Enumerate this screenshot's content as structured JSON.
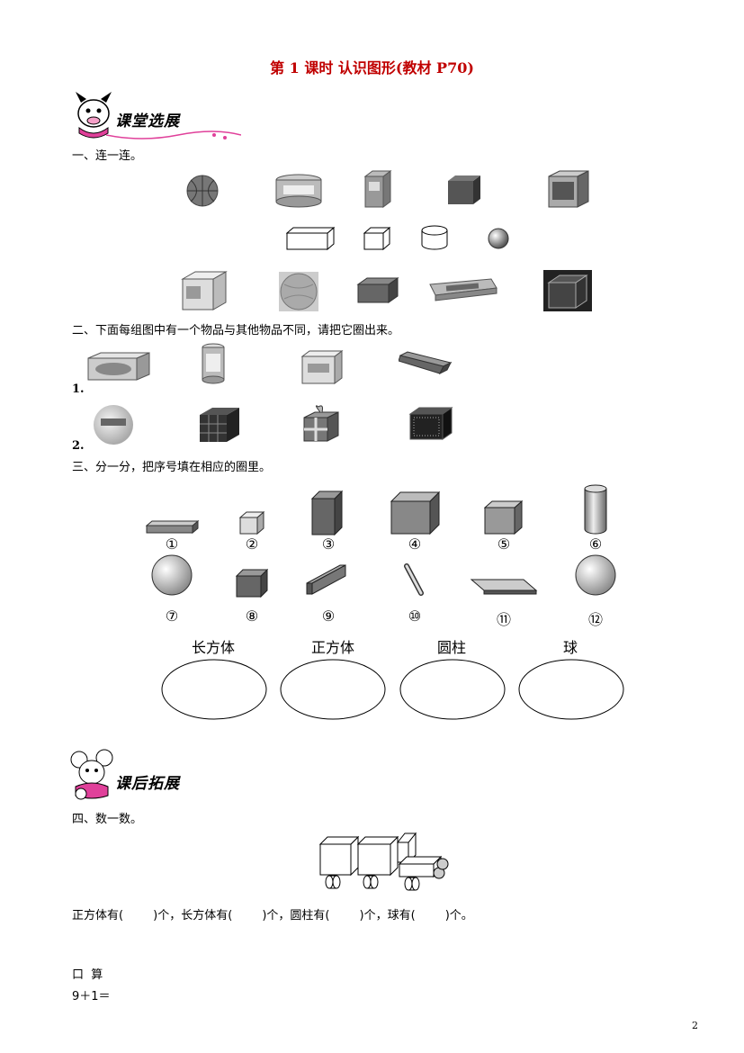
{
  "title": "第 1 课时    认识图形(教材 P70)",
  "badge1": "课堂选展",
  "badge2": "课后拓展",
  "q1": "一、连一连。",
  "q2": "二、下面每组图中有一个物品与其他物品不同，请把它圈出来。",
  "q2_rows": [
    "1.",
    "2."
  ],
  "q3": "三、分一分，把序号填在相应的圈里。",
  "q3_labels": [
    "①",
    "②",
    "③",
    "④",
    "⑤",
    "⑥",
    "⑦",
    "⑧",
    "⑨",
    "⑩",
    "⑪",
    "⑫"
  ],
  "q3_categories": [
    "长方体",
    "正方体",
    "圆柱",
    "球"
  ],
  "q4": "四、数一数。",
  "q4_answer": "正方体有(        )个，长方体有(        )个，圆柱有(        )个，球有(        )个。",
  "oral_title": "口  算",
  "oral_item": "9＋1＝",
  "page_number": "2",
  "colors": {
    "title": "#c00000",
    "badge": "#e0409a"
  }
}
